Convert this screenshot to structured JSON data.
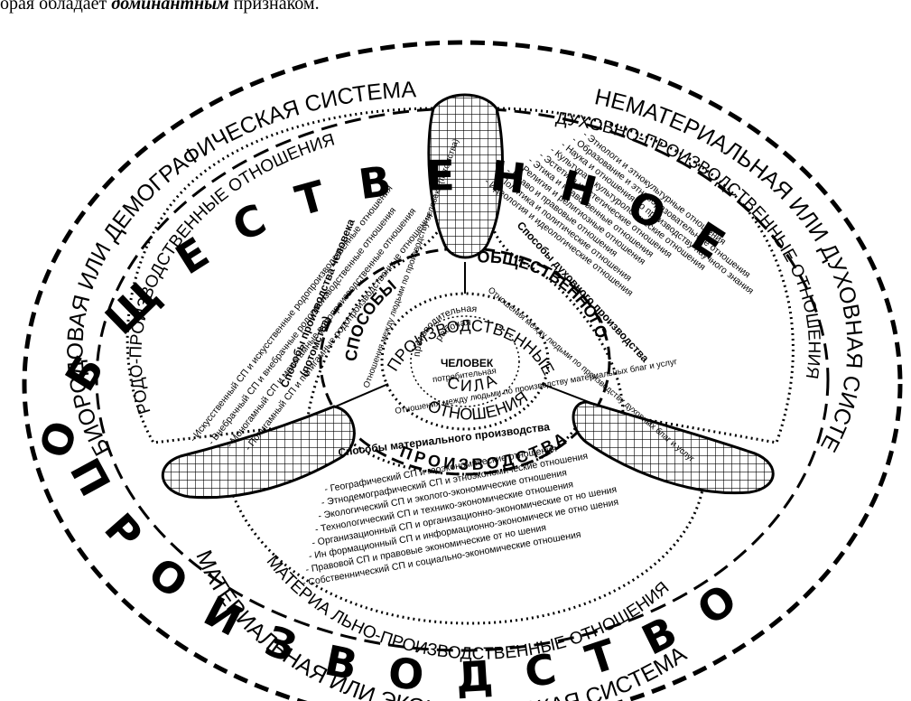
{
  "caption": {
    "prefix": "орая обладает",
    "emph": "доминантным",
    "suffix": "признаком."
  },
  "outer_ring": {
    "top": "ОБЩЕСТВЕННОЕ",
    "bottom": "ПРОИЗВОДСТВО"
  },
  "systems": {
    "biorodovaya": "БИОРОДОВАЯ ИЛИ ДЕМОГРАФИЧЕСКАЯ СИСТЕМА",
    "nematerialnaya": "НЕМАТЕРИАЛЬНАЯ ИЛИ ДУХОВНАЯ СИСТЕМА",
    "materialnaya": "МАТЕРИАЛЬНАЯ ИЛИ ЭКОНОМИЧЕСКАЯ СИСТЕМА"
  },
  "relations": {
    "rodo": "РОДО-ПРОИЗВОДСТВЕННЫЕ ОТНОШЕНИЯ",
    "duhovno": "ДУХОВНО-ПРОИЗВОДСТВЕННЫЕ ОТНОШЕНИЯ",
    "materialno": "МАТЕРИА ЛЬНО-ПРОИЗВОДСТВЕННЫЕ ОТНОШЕНИЯ"
  },
  "left_sector": {
    "items": [
      "- Искусственный СП и искусственные родопроизводственные отношения",
      "- Внебрачный СП и внебрачные родопроизводственные отношения",
      "- Моногамный СП и моногамные родопроизводственные отношения",
      "- Полигамный СП и полигамные родопроизводственные отношения"
    ],
    "title_line1": "Способы производства человека",
    "title_line2": "(потомства)"
  },
  "right_sector": {
    "items": [
      "- Этнологи и этнокультурные отношения",
      "- Образование и этнообразовательные отношения",
      "- Наука и отношения по производству научного знания",
      "- Культура и культурологические отношения",
      "- Эстетика и эстетические отношения",
      "- Этика и нравственные отношения",
      "- Религия и религиозные отношения",
      "- Право и правовые отношения",
      "- Политика и политические отношения",
      "- Идеология и идеологические отношения"
    ],
    "title": "Способы духовного производства"
  },
  "bottom_sector": {
    "items": [
      "- Географический СП и геоэкономические отношения",
      "- Этнодемографический СП и этноэкономические отношения",
      "- Экологический СП и эколого-экономические отношения",
      "- Технологический СП и технико-экономические отношения",
      "- Организационный СП и организационно-экономические от но шения",
      "- Ин формационный СП и информационно-экономическ ие отно шения",
      "- Правовой СП и правовые экономические от но шения",
      "- Собственнический СП и социально-экономические отношения"
    ],
    "title": "Способы материального производства"
  },
  "inner_ring": {
    "sposoby": "СПОСОБЫ",
    "obshchestvennogo": "ОБЩЕСТВЕННОГО",
    "proizvodstva": "ПРОИЗВОДСТВА",
    "left_note": "Отношения между людьми по производству человека (потомства)",
    "right_note": "Отношения между людьми по производству духовных благ и услуг",
    "bottom_note": "Отношения между людьми по производству материальных благ и услуг"
  },
  "core": {
    "proizvodstvennye": "ПРОИЗВОДСТВЕННЫЕ",
    "otnosheniya": "ОТНОШЕНИЯ",
    "proizvoditelnaya": "производительная",
    "rabochaya": "рабочая",
    "sila": "СИЛА",
    "potrebitelnaya": "потребительная",
    "chelovek": "ЧЕЛОВЕК"
  }
}
